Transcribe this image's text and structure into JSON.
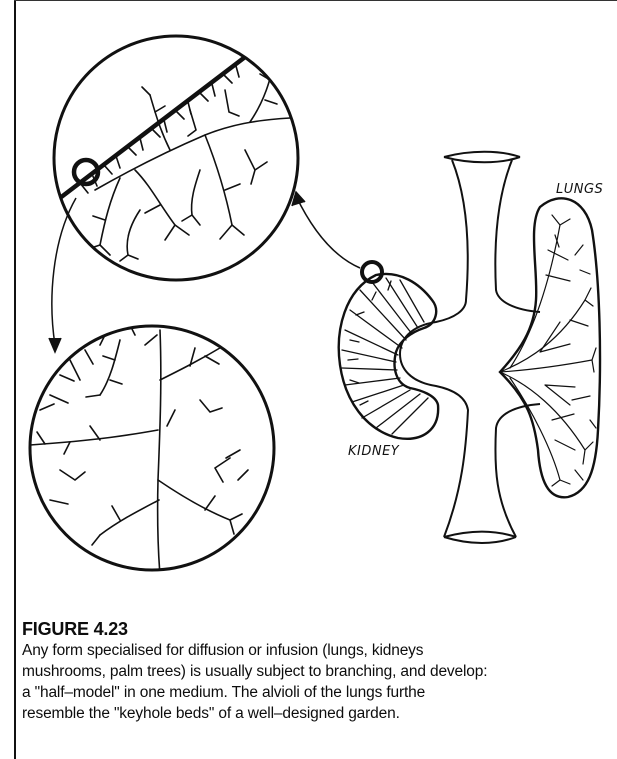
{
  "figure": {
    "number": "FIGURE 4.23",
    "caption_lines": [
      "Any form specialised for diffusion or infusion (lungs, kidneys",
      "mushrooms, palm trees) is usually subject to branching, and develop:",
      "a \"half–model\" in one medium. The alvioli of the lungs furthe",
      "resemble the \"keyhole beds\" of a well–designed garden."
    ]
  },
  "drawing": {
    "labels": {
      "lungs": "LUNGS",
      "kidney": "KIDNEY"
    }
  }
}
